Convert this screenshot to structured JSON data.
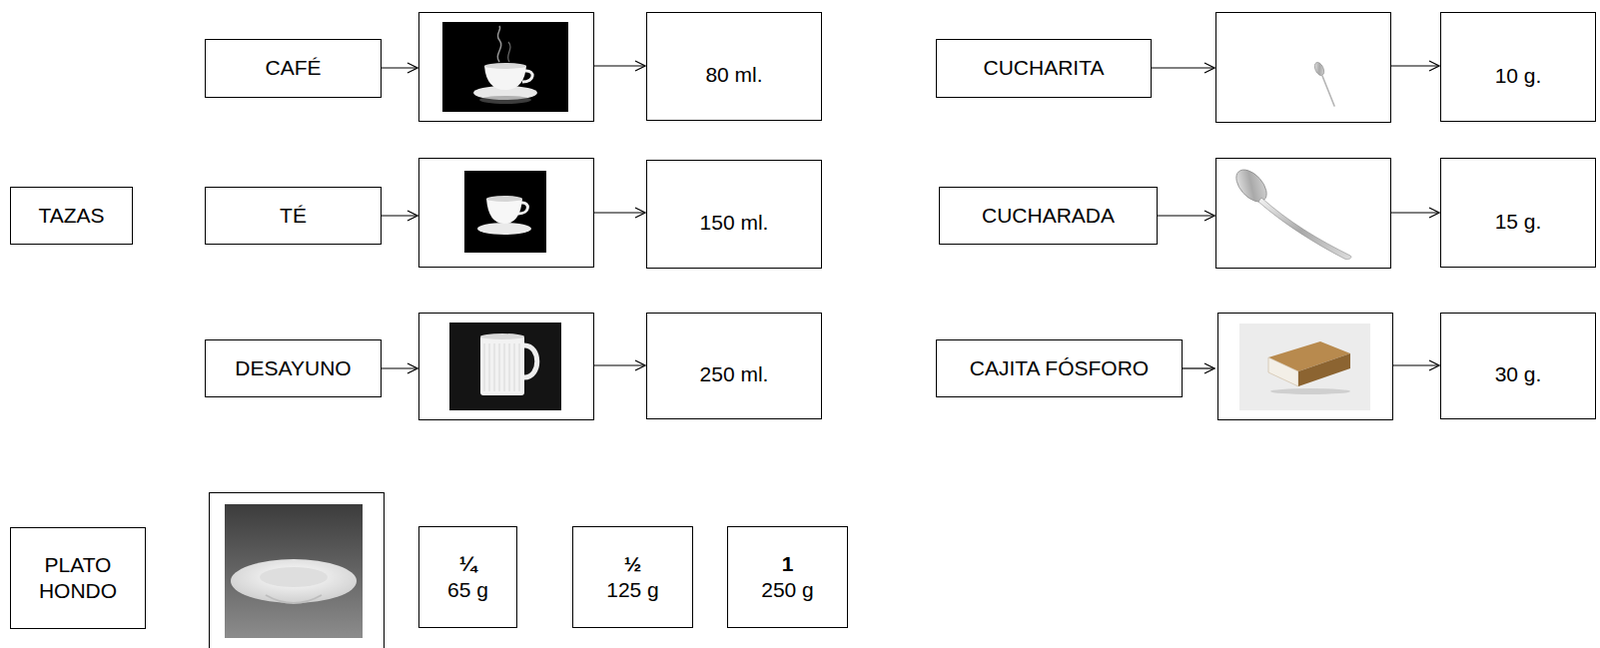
{
  "diagram": {
    "nodes": [
      {
        "text": [
          "CAFÉ"
        ]
      },
      {
        "text": [
          "80 ml."
        ]
      },
      {
        "text": [
          "CUCHARITA"
        ]
      },
      {
        "text": [
          "10 g."
        ]
      },
      {
        "text": [
          "TAZAS"
        ]
      },
      {
        "text": [
          "TÉ"
        ]
      },
      {
        "text": [
          "150 ml."
        ]
      },
      {
        "text": [
          "CUCHARADA"
        ]
      },
      {
        "text": [
          "15 g."
        ]
      },
      {
        "text": [
          "DESAYUNO"
        ]
      },
      {
        "text": [
          "250 ml."
        ]
      },
      {
        "text": [
          "CAJITA FÓSFORO"
        ]
      },
      {
        "text": [
          "30 g."
        ]
      },
      {
        "text": [
          "PLATO HONDO"
        ]
      },
      {
        "text": [
          "¼",
          "65 g"
        ]
      },
      {
        "text": [
          "½",
          "125 g"
        ]
      },
      {
        "text": [
          "1",
          "250 g"
        ]
      }
    ]
  }
}
